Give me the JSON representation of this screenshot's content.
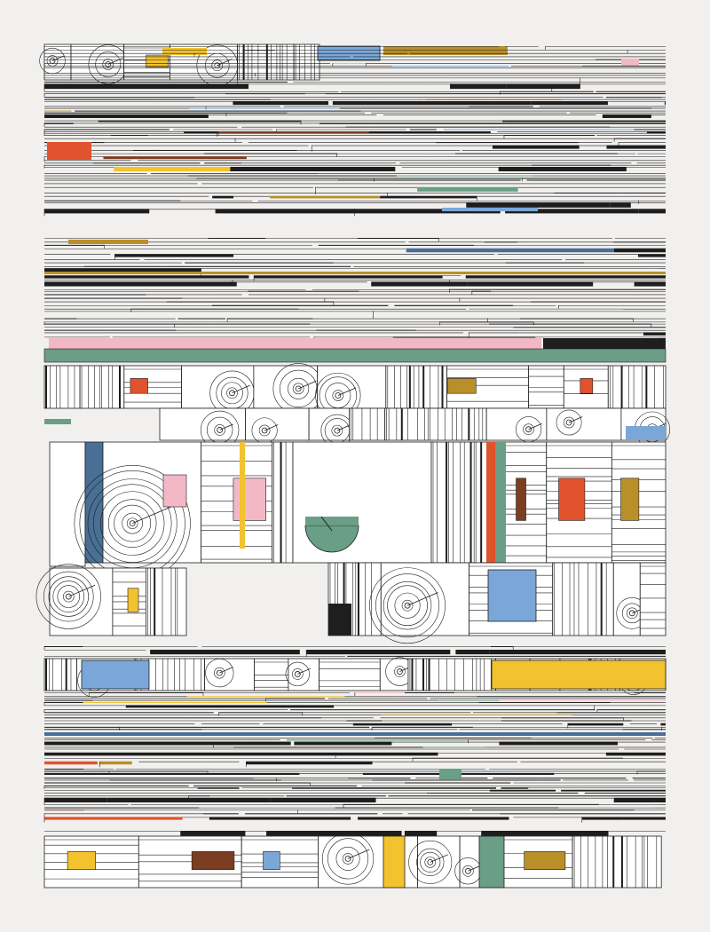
{
  "artwork": {
    "palette": {
      "paper": "#f1f0ee",
      "ink": "#1e1e1e",
      "panel": "#ffffff",
      "yellow": "#f2c32e",
      "blue": "#7aa7d8",
      "pink": "#f2b8c6",
      "green": "#6a9e86",
      "orange": "#e1532c",
      "steel": "#496f95",
      "mustard": "#b98f2a",
      "brown": "#7b3e22"
    },
    "motifs": [
      "horizontal-line-bands",
      "concentric-arc-tiles",
      "color-blocks"
    ]
  }
}
